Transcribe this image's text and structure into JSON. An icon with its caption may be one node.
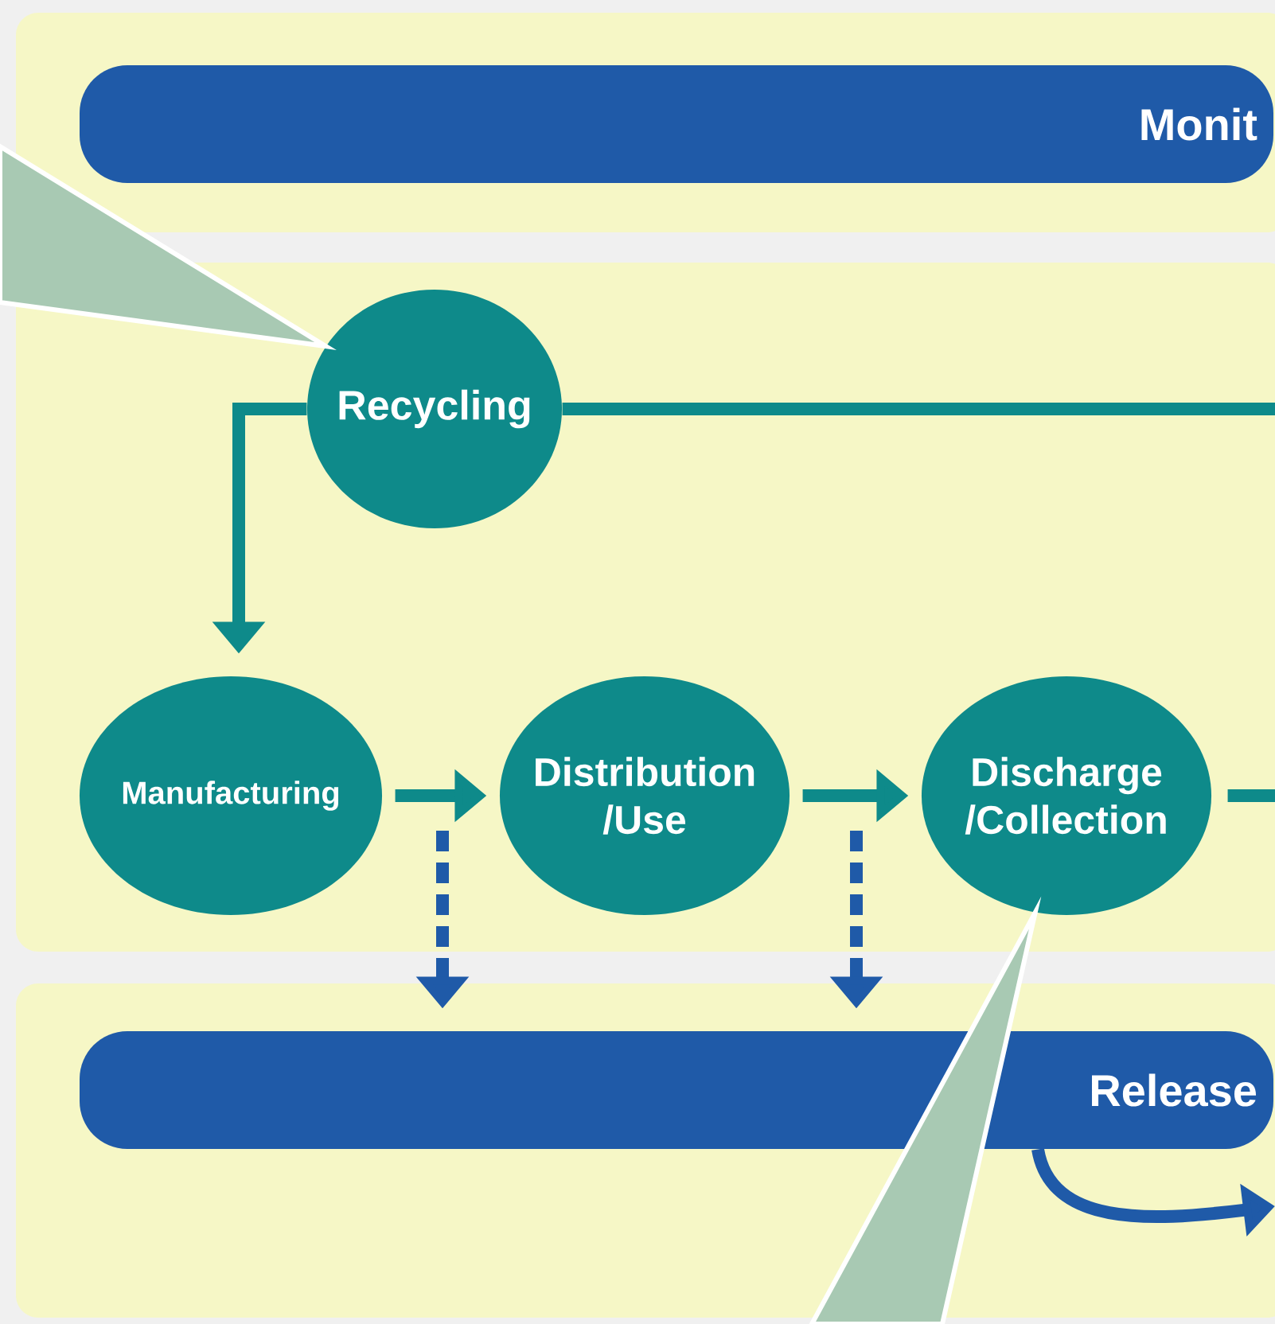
{
  "diagram": {
    "nodes": [
      {
        "text": [
          "Monit"
        ]
      },
      {
        "text": [
          "Recycling"
        ]
      },
      {
        "text": [
          "Manufacturing"
        ]
      },
      {
        "text": [
          "Distribution /Use"
        ]
      },
      {
        "text": [
          "Discharge /Collection"
        ]
      },
      {
        "text": [
          "Release"
        ]
      }
    ],
    "edges": [
      {
        "from": 1,
        "to": 2,
        "arrow": "to"
      },
      {
        "from": 1,
        "to": null,
        "arrow": "none"
      },
      {
        "from": 2,
        "to": 3,
        "arrow": "to"
      },
      {
        "from": 3,
        "to": 4,
        "arrow": "to"
      },
      {
        "from": 4,
        "to": null,
        "arrow": "none"
      },
      {
        "from": null,
        "to": 5,
        "arrow": "to",
        "style": "dashed",
        "color": "#1f5aa8"
      },
      {
        "from": null,
        "to": 5,
        "arrow": "to",
        "style": "dashed",
        "color": "#1f5aa8"
      },
      {
        "from": 5,
        "to": null,
        "arrow": "to",
        "color": "#1f5aa8"
      },
      {
        "from": null,
        "to": 1,
        "arrow": "to",
        "color": "#a8c9b3"
      },
      {
        "from": null,
        "to": 4,
        "arrow": "to",
        "color": "#a8c9b3"
      }
    ]
  }
}
